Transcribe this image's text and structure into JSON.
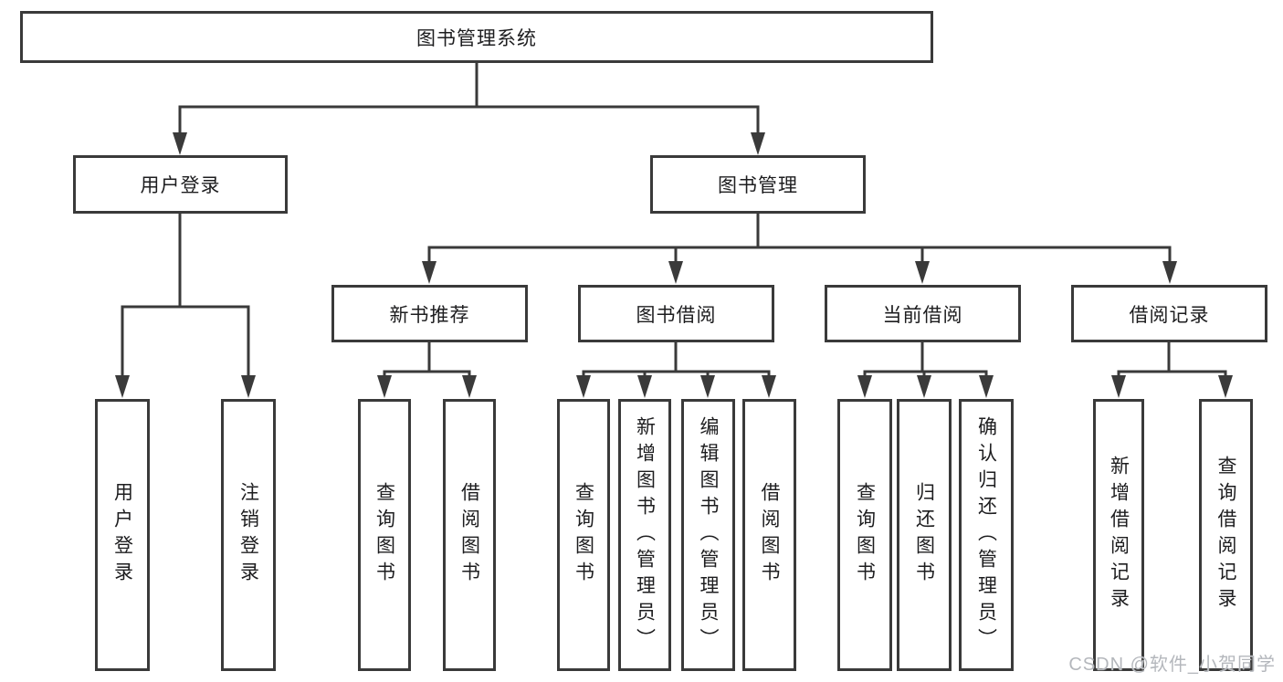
{
  "diagram": {
    "root": {
      "label": "图书管理系统"
    },
    "level2": [
      {
        "label": "用户登录"
      },
      {
        "label": "图书管理"
      }
    ],
    "level3": [
      {
        "label": "新书推荐"
      },
      {
        "label": "图书借阅"
      },
      {
        "label": "当前借阅"
      },
      {
        "label": "借阅记录"
      }
    ],
    "leaves": [
      {
        "label": "用户登录"
      },
      {
        "label": "注销登录"
      },
      {
        "label": "查询图书"
      },
      {
        "label": "借阅图书"
      },
      {
        "label": "查询图书"
      },
      {
        "label": "新增图书（管理员）"
      },
      {
        "label": "编辑图书（管理员）"
      },
      {
        "label": "借阅图书"
      },
      {
        "label": "查询图书"
      },
      {
        "label": "归还图书"
      },
      {
        "label": "确认归还（管理员）"
      },
      {
        "label": "新增借阅记录"
      },
      {
        "label": "查询借阅记录"
      }
    ]
  },
  "watermark": "CSDN @软件_小贺同学",
  "colors": {
    "line": "#3a3a3a",
    "text": "#1d1d1f",
    "background": "#ffffff",
    "watermark": "#b4b7bc"
  }
}
